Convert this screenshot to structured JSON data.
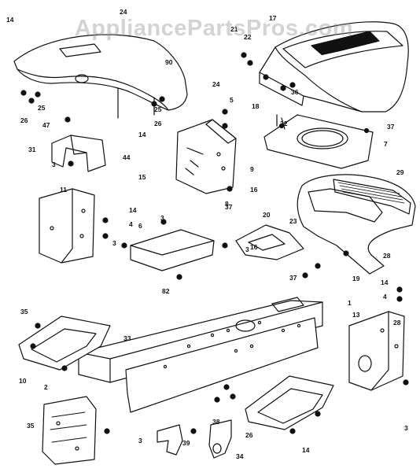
{
  "watermark": "AppliancePartsPros.com",
  "callouts": [
    "14",
    "24",
    "90",
    "25",
    "26",
    "47",
    "31",
    "3",
    "44",
    "14",
    "26",
    "25",
    "24",
    "5",
    "15",
    "9",
    "16",
    "21",
    "22",
    "17",
    "18",
    "36",
    "32",
    "37",
    "7",
    "29",
    "11",
    "14",
    "4",
    "6",
    "3",
    "8",
    "37",
    "20",
    "23",
    "3",
    "3",
    "37",
    "16",
    "82",
    "19",
    "28",
    "1",
    "13",
    "4",
    "14",
    "28",
    "35",
    "33",
    "10",
    "2",
    "35",
    "38",
    "3",
    "39",
    "34",
    "26",
    "14",
    "3"
  ]
}
